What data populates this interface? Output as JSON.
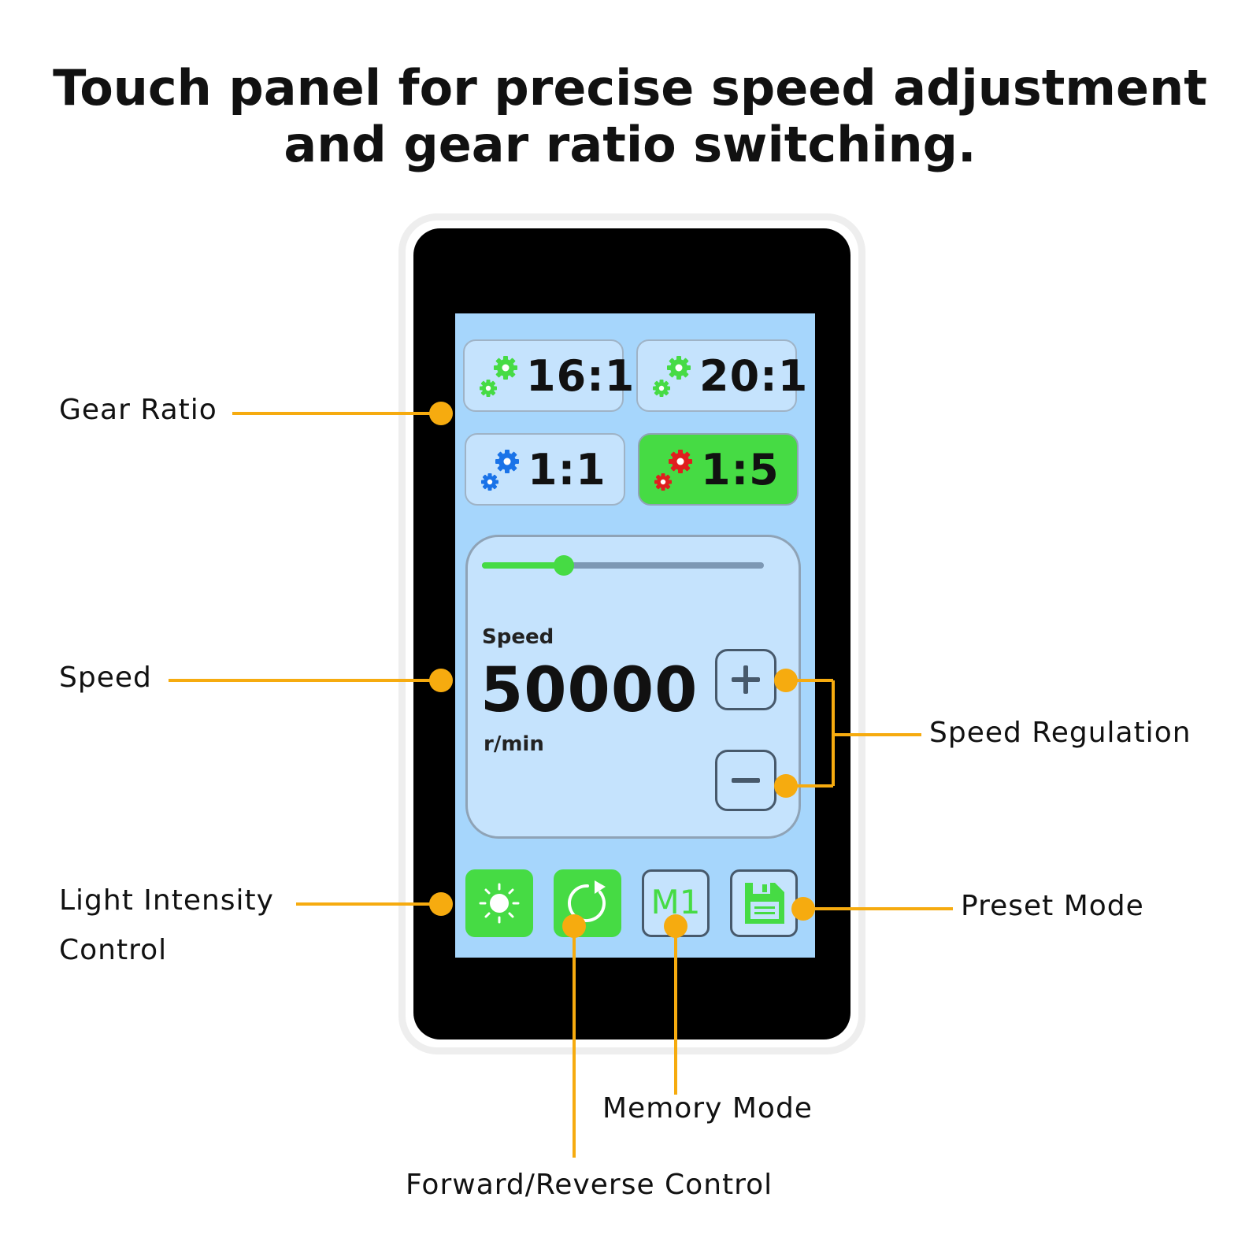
{
  "headline": {
    "line1": "Touch panel for precise speed adjustment",
    "line2": "and gear ratio switching."
  },
  "panel": {
    "gear_ratios": [
      {
        "label": "16:1",
        "gear_color": "#46db44",
        "selected": false
      },
      {
        "label": "20:1",
        "gear_color": "#46db44",
        "selected": false
      },
      {
        "label": "1:1",
        "gear_color": "#1a73e8",
        "selected": false
      },
      {
        "label": "1:5",
        "gear_color": "#e01e1e",
        "selected": true
      }
    ],
    "speed": {
      "label": "Speed",
      "value": "50000",
      "unit": "r/min",
      "slider_level": 0.29
    },
    "toolbar": {
      "light_icon": "sun-icon",
      "direction_icon": "rotate-icon",
      "memory_label": "M1",
      "preset_icon": "save-icon"
    }
  },
  "callouts": {
    "gear_ratio": "Gear Ratio",
    "speed": "Speed",
    "speed_regulation": "Speed Regulation",
    "light_line1": "Light Intensity",
    "light_line2": "Control",
    "preset_mode": "Preset Mode",
    "memory_mode": "Memory Mode",
    "forward_reverse": "Forward/Reverse Control"
  },
  "colors": {
    "accent_green": "#46db44",
    "screen_blue": "#a6d6fc",
    "button_blue": "#c5e3fd",
    "callout_orange": "#f6ab0f"
  }
}
